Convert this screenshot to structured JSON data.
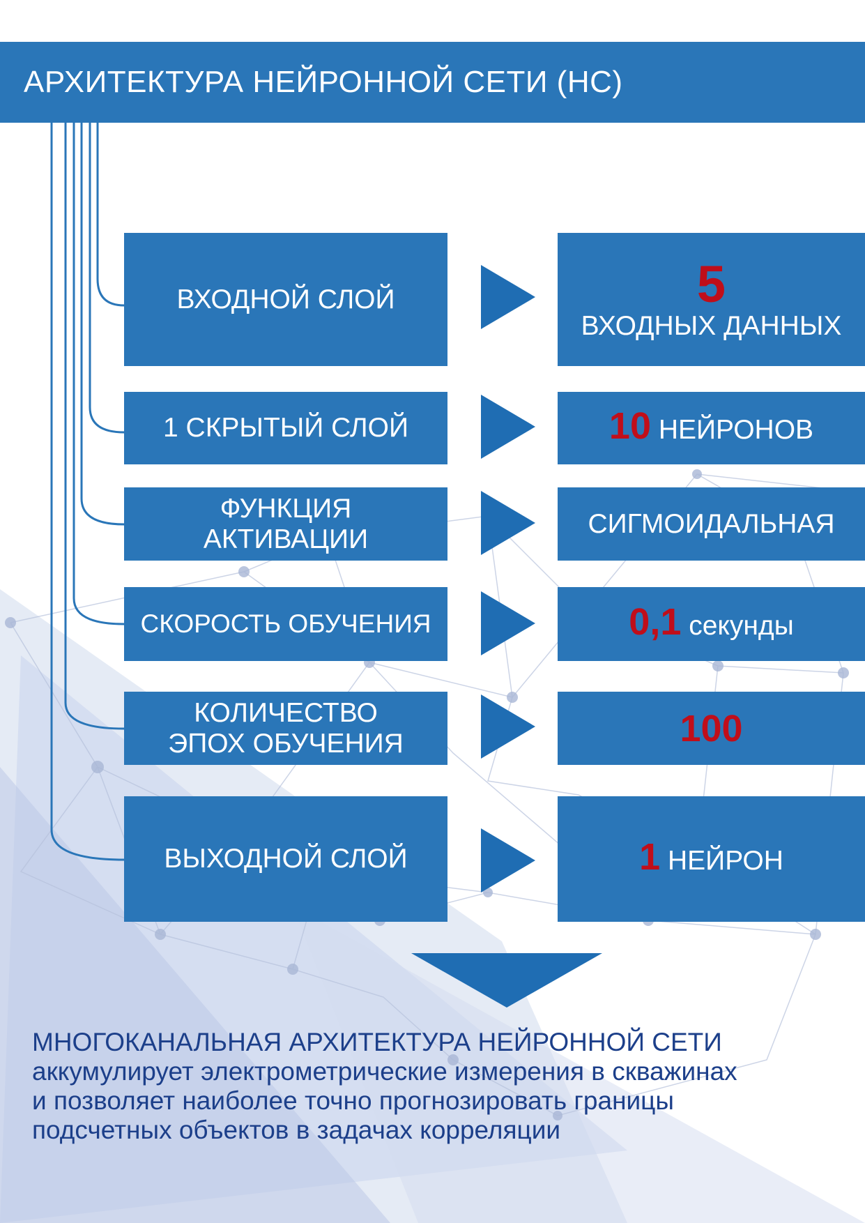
{
  "header": {
    "title": "АРХИТЕКТУРА НЕЙРОННОЙ СЕТИ (НС)"
  },
  "rows": [
    {
      "label_lines": [
        "ВХОДНОЙ СЛОЙ"
      ],
      "value_number": "5",
      "value_text": "ВХОДНЫХ ДАННЫХ"
    },
    {
      "label_lines": [
        "1 СКРЫТЫЙ СЛОЙ"
      ],
      "value_number": "10",
      "value_text": "НЕЙРОНОВ"
    },
    {
      "label_lines": [
        "ФУНКЦИЯ",
        "АКТИВАЦИИ"
      ],
      "value_number": "",
      "value_text": "СИГМОИДАЛЬНАЯ"
    },
    {
      "label_lines": [
        "СКОРОСТЬ ОБУЧЕНИЯ"
      ],
      "value_number": "0,1",
      "value_text": "секунды"
    },
    {
      "label_lines": [
        "КОЛИЧЕСТВО",
        "ЭПОХ ОБУЧЕНИЯ"
      ],
      "value_number": "100",
      "value_text": ""
    },
    {
      "label_lines": [
        "ВЫХОДНОЙ СЛОЙ"
      ],
      "value_number": "1",
      "value_text": "НЕЙРОН"
    }
  ],
  "footer": {
    "lines": [
      "МНОГОКАНАЛЬНАЯ АРХИТЕКТУРА НЕЙРОННОЙ СЕТИ",
      "аккумулирует электрометрические измерения в скважинах",
      "и позволяет наиболее точно прогнозировать границы",
      "подсчетных объектов в задачах корреляции"
    ]
  },
  "colors": {
    "primary": "#2a76b8",
    "arrow": "#1f6db3",
    "accent": "#c00e1a",
    "footer_text": "#1c3f8a"
  }
}
